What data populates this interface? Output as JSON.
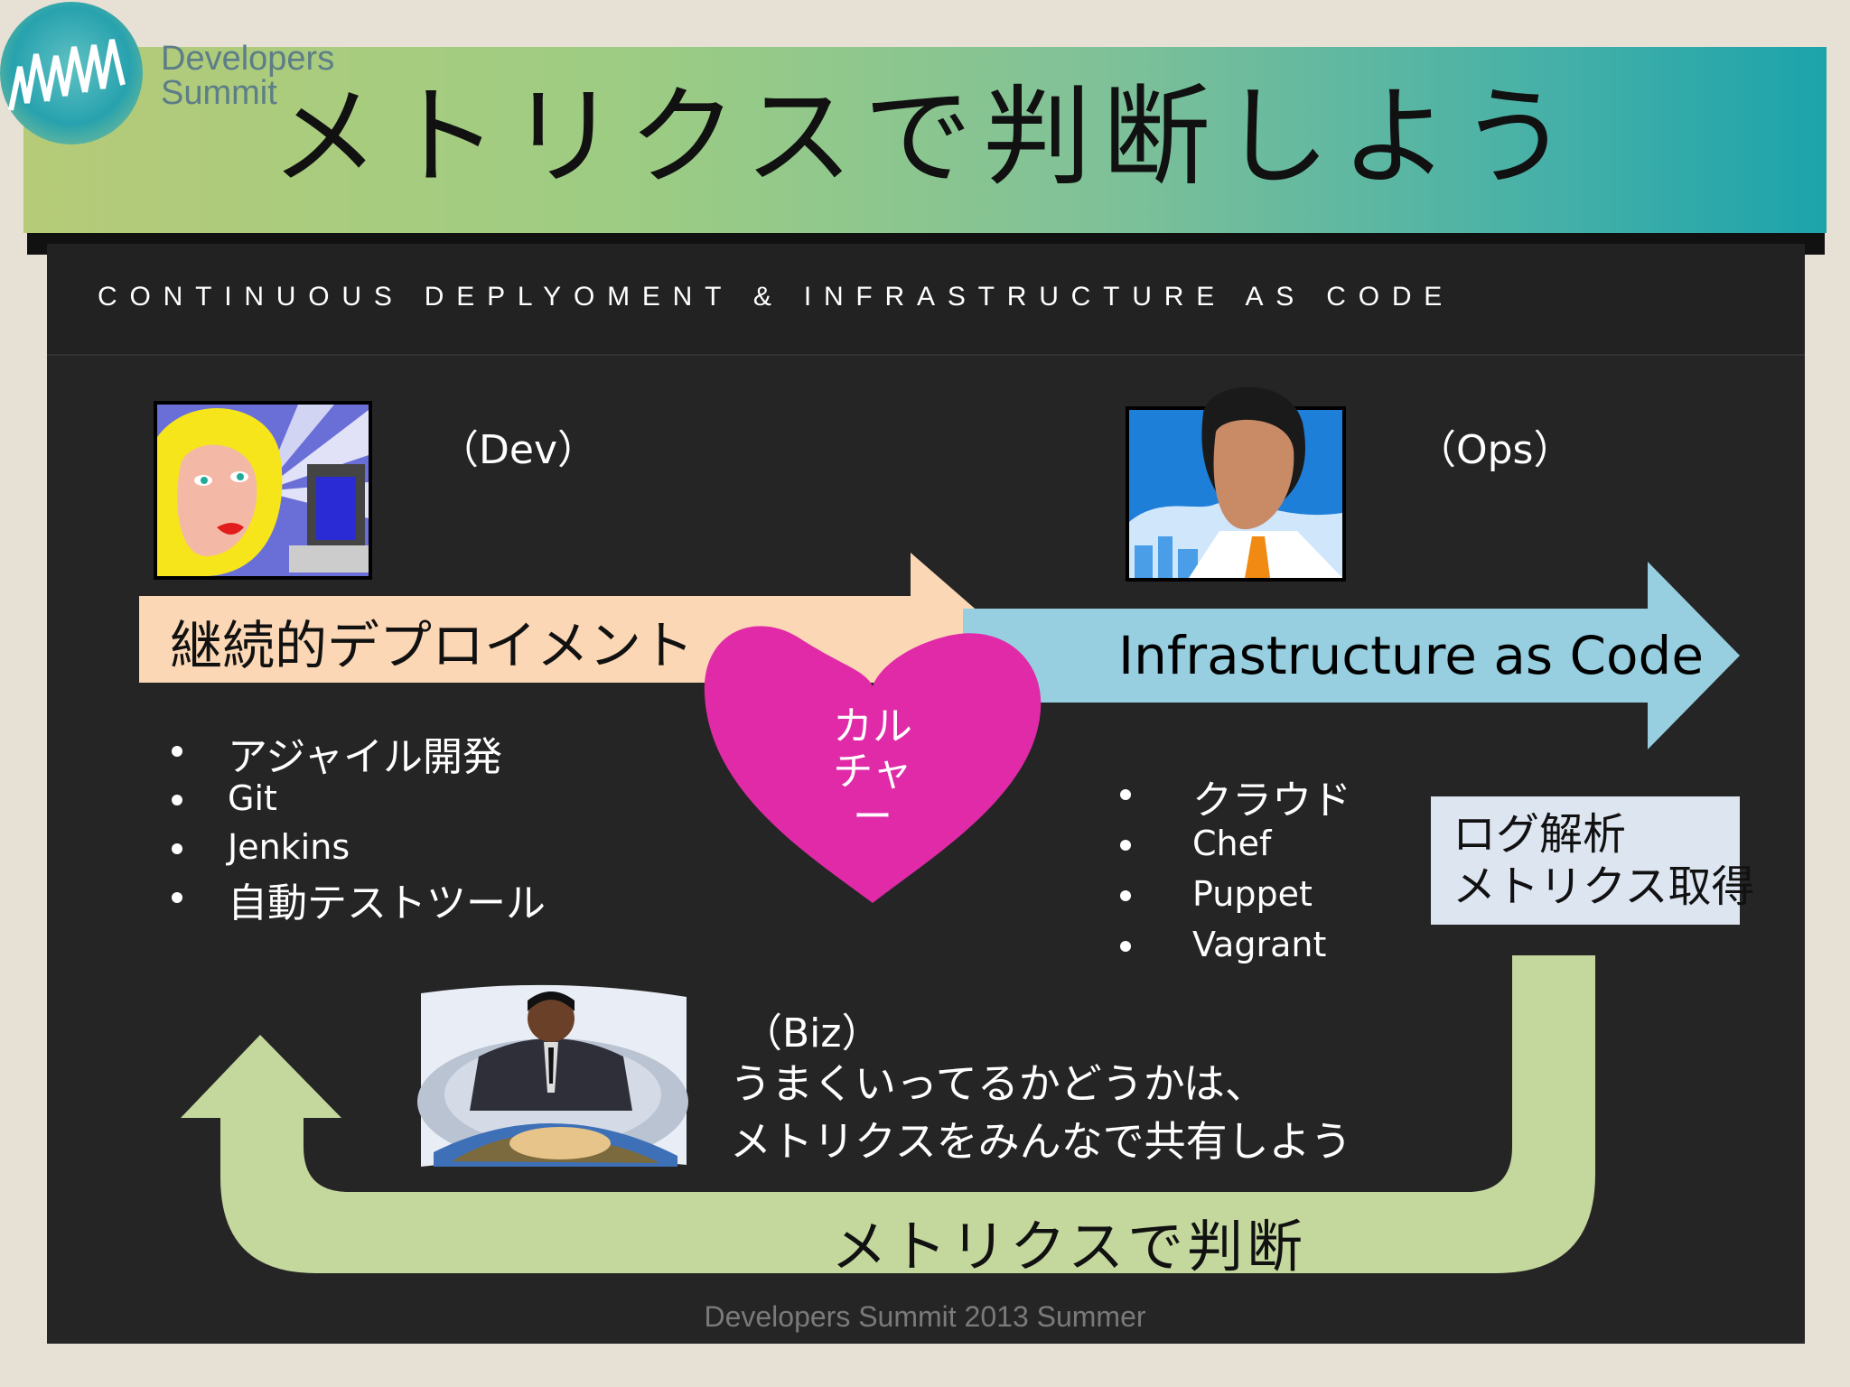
{
  "logo": {
    "line1": "Developers",
    "line2": "Summit"
  },
  "title": "メトリクスで判断しよう",
  "subheader": "CONTINUOUS DEPLYOMENT & INFRASTRUCTURE AS CODE",
  "dev": {
    "label": "（Dev）",
    "arrow_text": "継続的デプロイメント",
    "items": [
      "アジャイル開発",
      "Git",
      "Jenkins",
      "自動テストツール"
    ]
  },
  "ops": {
    "label": "（Ops）",
    "arrow_text": "Infrastructure as Code",
    "items": [
      "クラウド",
      "Chef",
      "Puppet",
      "Vagrant"
    ],
    "box_line1": "ログ解析",
    "box_line2": "メトリクス取得"
  },
  "culture": {
    "line1": "カル",
    "line2": "チャー"
  },
  "biz": {
    "label": "（Biz）",
    "line1": "うまくいってるかどうかは、",
    "line2": "メトリクスをみんなで共有しよう"
  },
  "loop_text": "メトリクスで判断",
  "footer": "Developers Summit 2013 Summer",
  "colors": {
    "dev_arrow": "#fbd7b5",
    "ops_arrow": "#97cfe0",
    "heart": "#e02aa8",
    "loop_arrow": "#c4d89e",
    "box": "#dde5f1"
  }
}
